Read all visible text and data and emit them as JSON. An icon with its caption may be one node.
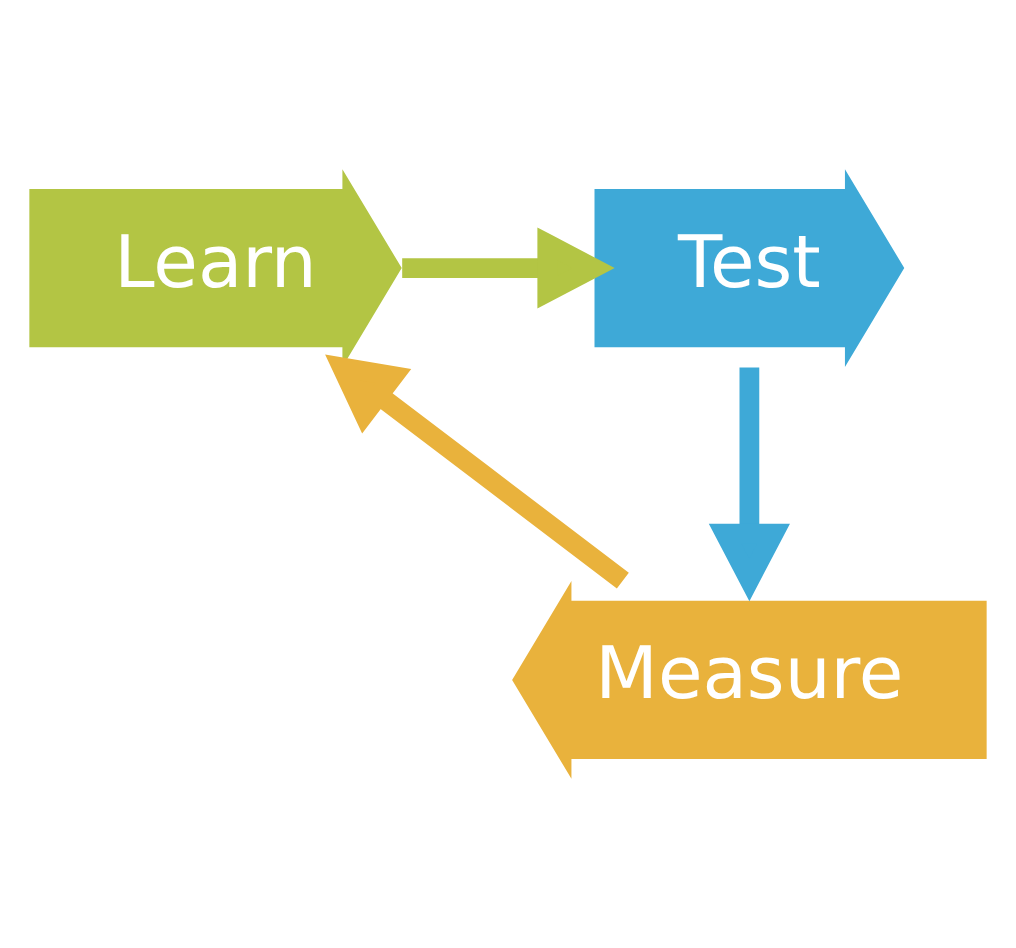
{
  "diagram": {
    "nodes": [
      {
        "text": [
          "Test"
        ]
      },
      {
        "text": [
          "Measure"
        ]
      },
      {
        "text": [
          "Learn"
        ]
      }
    ],
    "edges": [
      {
        "from": 0,
        "to": 1,
        "arrow": "to",
        "color": "#3ea9d7"
      },
      {
        "from": 1,
        "to": 2,
        "arrow": "to",
        "color": "#e9b23c"
      },
      {
        "from": 2,
        "to": 0,
        "arrow": "to",
        "color": "#b3c544"
      }
    ]
  }
}
